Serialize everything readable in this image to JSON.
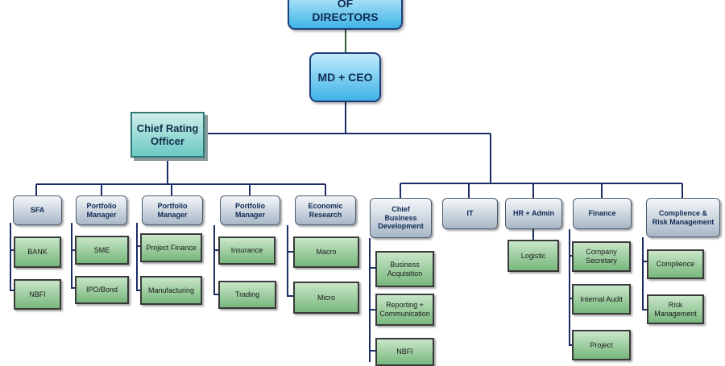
{
  "board": {
    "label": "OF\nDIRECTORS"
  },
  "ceo": {
    "label": "MD + CEO"
  },
  "cro": {
    "label": "Chief Rating\nOfficer"
  },
  "rating_divisions": [
    {
      "label": "SFA",
      "units": [
        "BANK",
        "NBFI"
      ]
    },
    {
      "label": "Portfolio\nManager",
      "units": [
        "SME",
        "IPO/Bond"
      ]
    },
    {
      "label": "Portfolio\nManager",
      "units": [
        "Project Finance",
        "Manufacturing"
      ]
    },
    {
      "label": "Portfolio\nManager",
      "units": [
        "Insurance",
        "Trading"
      ]
    },
    {
      "label": "Economic\nResearch",
      "units": [
        "Macro",
        "Micro"
      ]
    }
  ],
  "operations_divisions": [
    {
      "label": "Chief\nBusiness\nDevelopment",
      "units": [
        "Business\nAcquisition",
        "Reporting +\nCommunication",
        "NBFI"
      ]
    },
    {
      "label": "IT",
      "units": []
    },
    {
      "label": "HR + Admin",
      "units": [
        "Logistic"
      ]
    },
    {
      "label": "Finance",
      "units": [
        "Company\nSecretary",
        "Internal Audit",
        "Project"
      ]
    },
    {
      "label": "Complience &\nRisk Management",
      "units": [
        "Complience",
        "Risk\nManagement"
      ]
    }
  ]
}
